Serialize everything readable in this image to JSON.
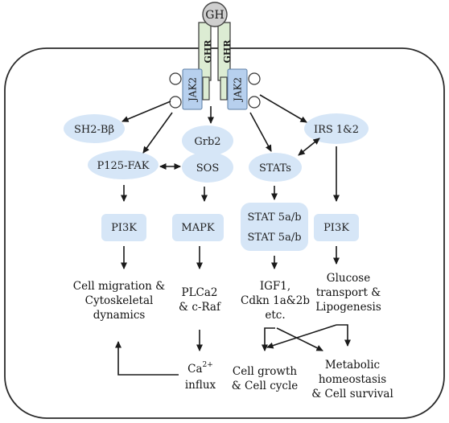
{
  "ligand": {
    "label": "GH"
  },
  "receptor": {
    "left_label": "GHR",
    "right_label": "GHR"
  },
  "kinases": {
    "left_label": "JAK2",
    "right_label": "JAK2"
  },
  "nodes": {
    "sh2": "SH2-Bβ",
    "p125": "P125-FAK",
    "grb2": "Grb2",
    "sos": "SOS",
    "stats": "STATs",
    "irs": "IRS 1&2",
    "pi3k_left": "PI3K",
    "mapk": "MAPK",
    "stat5_top": "STAT 5a/b",
    "stat5_bottom": "STAT 5a/b",
    "pi3k_right": "PI3K"
  },
  "outcomes": {
    "cell_migration": [
      "Cell migration &",
      "Cytoskeletal",
      "dynamics"
    ],
    "plca2": [
      "PLCa2",
      "& c-Raf"
    ],
    "igf1": [
      "IGF1,",
      "Cdkn 1a&2b",
      "etc."
    ],
    "glucose": [
      "Glucose",
      "transport &",
      "Lipogenesis"
    ],
    "ca_influx": {
      "base": "Ca",
      "sup": "2+",
      "line2": "influx"
    },
    "cell_growth": [
      "Cell growth",
      "& Cell cycle"
    ],
    "metabolic": [
      "Metabolic",
      "homeostasis",
      "& Cell survival"
    ]
  },
  "colors": {
    "node_fill": "#d6e6f7",
    "jak_fill": "#b7d0ee",
    "receptor_fill": "#dcecd3",
    "ligand_fill": "#cfcfcf",
    "line": "#1a1a1a"
  }
}
